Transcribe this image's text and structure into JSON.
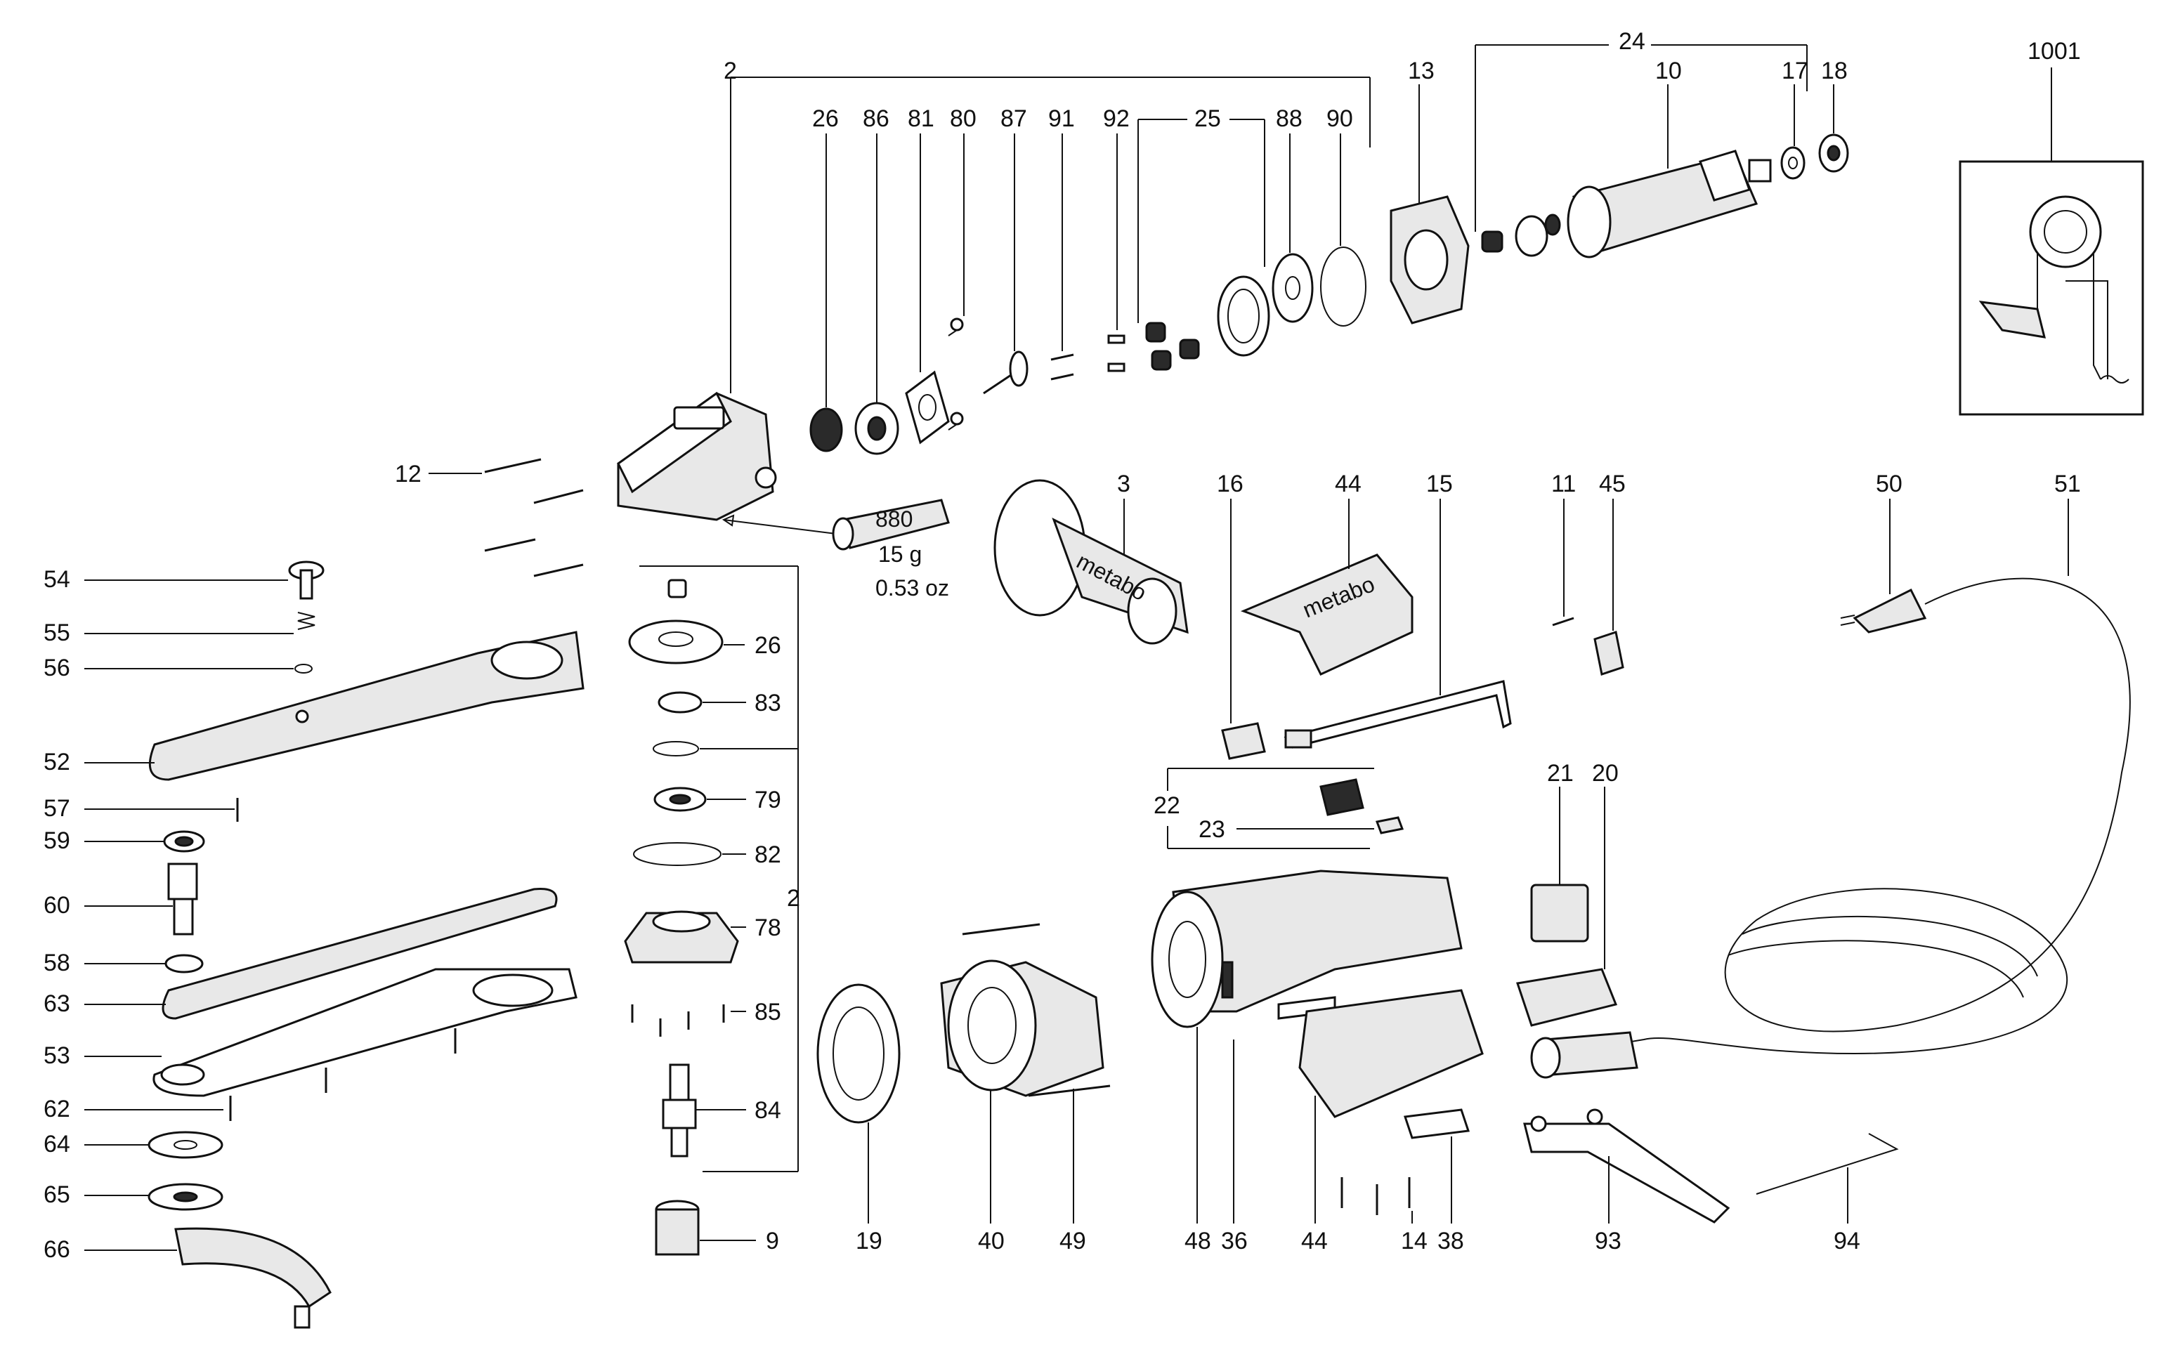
{
  "diagram": {
    "callouts": {
      "c2top": "2",
      "c2mid": "2",
      "c26a": "26",
      "c86": "86",
      "c81": "81",
      "c80": "80",
      "c87": "87",
      "c91": "91",
      "c92": "92",
      "c25": "25",
      "c88": "88",
      "c90": "90",
      "c13": "13",
      "c24": "24",
      "c10": "10",
      "c17": "17",
      "c18": "18",
      "c1001": "1001",
      "c12": "12",
      "c3": "3",
      "c16": "16",
      "c44a": "44",
      "c15": "15",
      "c11": "11",
      "c45": "45",
      "c50": "50",
      "c51": "51",
      "c54": "54",
      "c55": "55",
      "c56": "56",
      "c52": "52",
      "c57": "57",
      "c59": "59",
      "c60": "60",
      "c58": "58",
      "c63": "63",
      "c53": "53",
      "c62": "62",
      "c64": "64",
      "c65": "65",
      "c66": "66",
      "c26b": "26",
      "c83": "83",
      "c79": "79",
      "c82": "82",
      "c78": "78",
      "c85": "85",
      "c84": "84",
      "c9": "9",
      "c22": "22",
      "c23": "23",
      "c21": "21",
      "c20": "20",
      "c19": "19",
      "c40": "40",
      "c49": "49",
      "c48": "48",
      "c36": "36",
      "c44b": "44",
      "c14": "14",
      "c38": "38",
      "c93": "93",
      "c94": "94"
    },
    "grease": {
      "code": "880",
      "weight_g": "15 g",
      "weight_oz": "0.53 oz"
    },
    "handle_brand": "metabo",
    "cover_brand": "metabo"
  }
}
